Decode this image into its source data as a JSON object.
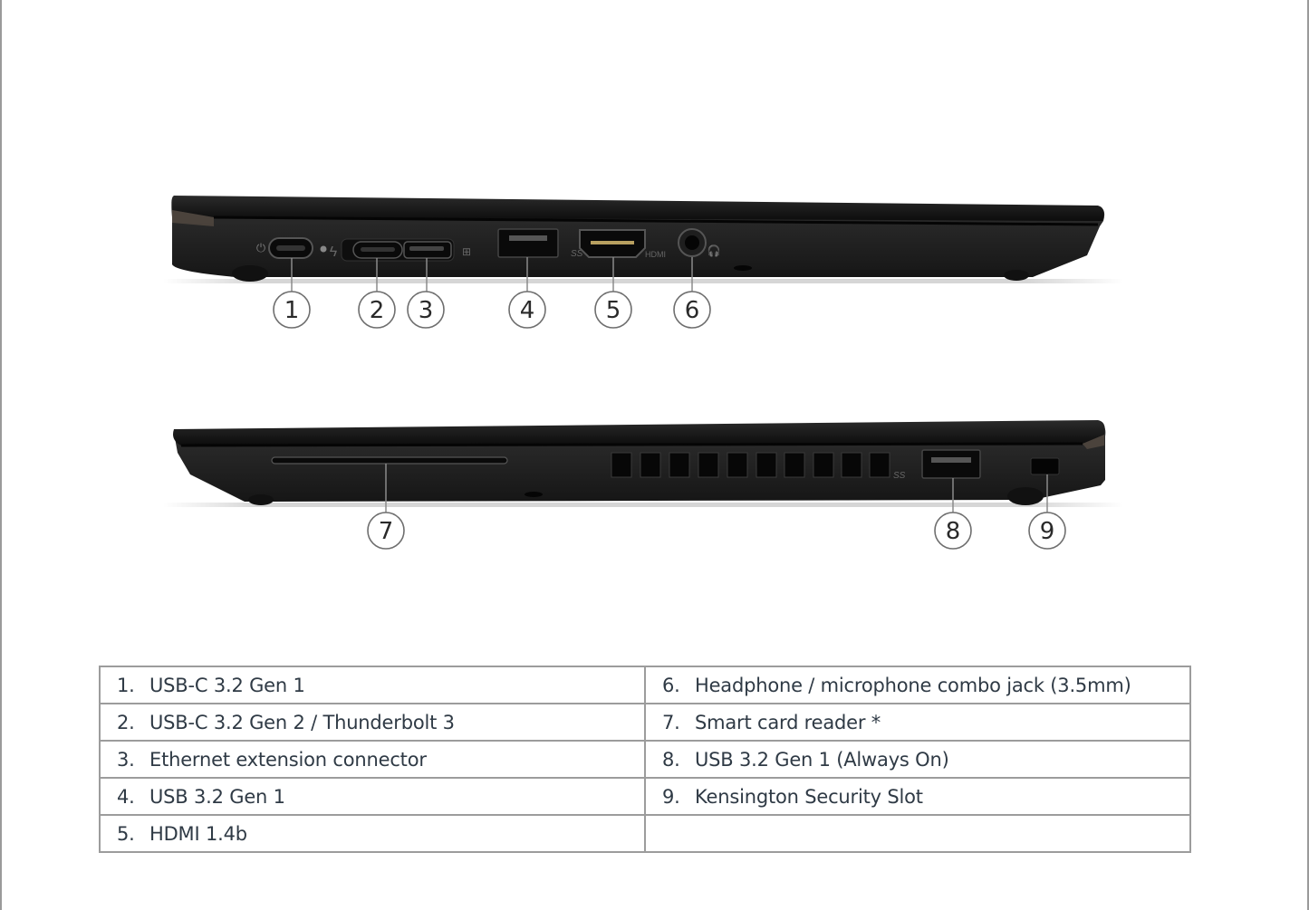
{
  "document": {
    "views": [
      {
        "name": "left-side-view",
        "callouts": [
          "1",
          "2",
          "3",
          "4",
          "5",
          "6"
        ],
        "port_markings": {
          "usb_ss": "SS",
          "hdmi": "HDMI"
        }
      },
      {
        "name": "right-side-view",
        "callouts": [
          "7",
          "8",
          "9"
        ],
        "port_markings": {
          "usb_ss": "SS"
        }
      }
    ],
    "ports_table": {
      "left_column": [
        {
          "num": "1.",
          "label": "USB-C 3.2 Gen 1"
        },
        {
          "num": "2.",
          "label": "USB-C 3.2 Gen 2 / Thunderbolt 3"
        },
        {
          "num": "3.",
          "label": "Ethernet extension connector"
        },
        {
          "num": "4.",
          "label": "USB 3.2 Gen 1"
        },
        {
          "num": "5.",
          "label": "HDMI 1.4b"
        }
      ],
      "right_column": [
        {
          "num": "6.",
          "label": "Headphone / microphone combo jack (3.5mm)"
        },
        {
          "num": "7.",
          "label": "Smart card reader *"
        },
        {
          "num": "8.",
          "label": "USB 3.2 Gen 1 (Always On)"
        },
        {
          "num": "9.",
          "label": "Kensington Security Slot"
        },
        {
          "num": "",
          "label": ""
        }
      ]
    },
    "colors": {
      "chassis": "#1a1a1a",
      "border": "#9c9c9c",
      "text": "#2f3a45"
    }
  }
}
